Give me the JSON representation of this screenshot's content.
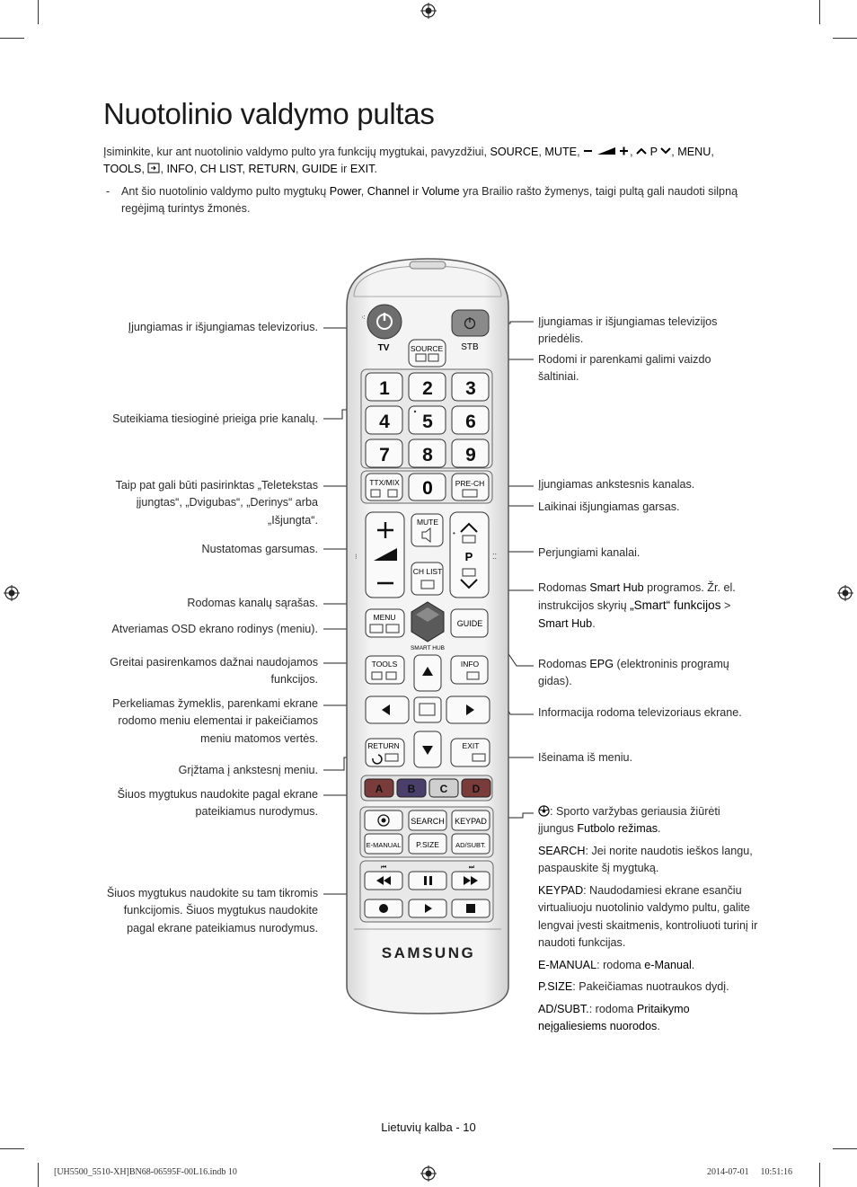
{
  "page": {
    "title": "Nuotolinio valdymo pultas",
    "intro_a": "Įsiminkite, kur ant nuotolinio valdymo pulto yra funkcijų mygtukai, pavyzdžiui,",
    "intro_source": "SOURCE",
    "intro_mute": "MUTE",
    "intro_menu": "MENU",
    "intro_tools": "TOOLS",
    "intro_info": "INFO",
    "intro_chlist": "CH LIST",
    "intro_return": "RETURN",
    "intro_guide": "GUIDE",
    "intro_ir": "ir",
    "intro_exit": "EXIT",
    "note_dash": "-",
    "note_a": "Ant šio nuotolinio valdymo pulto mygtukų",
    "note_power": "Power",
    "note_channel": "Channel",
    "note_ir": "ir",
    "note_volume": "Volume",
    "note_b": "yra Brailio rašto žymenys, taigi pultą gali naudoti silpną regėjimą turintys žmonės."
  },
  "labels_left": {
    "power_tv": "Įjungiamas ir išjungiamas televizorius.",
    "numbers": "Suteikiama tiesioginė prieiga prie kanalų.",
    "ttx": "Taip pat gali būti pasirinktas „Teletekstas įjungtas“, „Dvigubas“, „Derinys“ arba „Išjungta“.",
    "volume": "Nustatomas garsumas.",
    "chlist": "Rodomas kanalų sąrašas.",
    "menu": "Atveriamas OSD ekrano rodinys (meniu).",
    "tools": "Greitai pasirenkamos dažnai naudojamos funkcijos.",
    "cursor": "Perkeliamas žymeklis, parenkami ekrane rodomo meniu elementai ir pakeičiamos meniu matomos vertės.",
    "return": "Grįžtama į ankstesnį meniu.",
    "color": "Šiuos mygtukus naudokite pagal ekrane pateikiamus nurodymus.",
    "media": "Šiuos mygtukus naudokite su tam tikromis funkcijomis. Šiuos mygtukus naudokite pagal ekrane pateikiamus nurodymus."
  },
  "labels_right": {
    "stb": "Įjungiamas ir išjungiamas televizijos priedėlis.",
    "source": "Rodomi ir parenkami galimi vaizdo šaltiniai.",
    "prech": "Įjungiamas ankstesnis kanalas.",
    "mute": "Laikinai išjungiamas garsas.",
    "channel": "Perjungiami kanalai.",
    "smarthub_a": "Rodomas",
    "smarthub_b": "Smart Hub",
    "smarthub_c": "programos. Žr. el. instrukcijos skyrių",
    "smarthub_d": "„Smart“ funkcijos",
    "smarthub_e": ">",
    "smarthub_f": "Smart Hub",
    "smarthub_g": ".",
    "guide_a": "Rodomas",
    "guide_b": "EPG",
    "guide_c": "(elektroninis programų gidas).",
    "info": "Informacija rodoma televizoriaus ekrane.",
    "exit": "Išeinama iš meniu.",
    "football_a": ": Sporto varžybas geriausia žiūrėti įjungus",
    "football_b": "Futbolo režimas",
    "football_c": ".",
    "search_k": "SEARCH",
    "search_v": ": Jei norite naudotis ieškos langu, paspauskite šį mygtuką.",
    "keypad_k": "KEYPAD",
    "keypad_v": ": Naudodamiesi ekrane esančiu virtualiuoju nuotolinio valdymo pultu, galite lengvai įvesti skaitmenis, kontroliuoti turinį ir naudoti funkcijas.",
    "emanual_k": "E-MANUAL",
    "emanual_v": ": rodoma",
    "emanual_b": "e-Manual",
    "emanual_e": ".",
    "psize_k": "P.SIZE",
    "psize_v": ": Pakeičiamas nuotraukos dydį.",
    "adsubt_k": "AD/SUBT.",
    "adsubt_v": ": rodoma",
    "adsubt_b": "Pritaikymo neįgaliesiems nuorodos",
    "adsubt_e": "."
  },
  "remote": {
    "tv": "TV",
    "stb": "STB",
    "source": "SOURCE",
    "digits": [
      "1",
      "2",
      "3",
      "4",
      "5",
      "6",
      "7",
      "8",
      "9"
    ],
    "zero": "0",
    "ttx": "TTX/MIX",
    "prech": "PRE-CH",
    "mute": "MUTE",
    "p": "P",
    "chlist": "CH LIST",
    "menu": "MENU",
    "smarthub": "SMART HUB",
    "guide": "GUIDE",
    "tools": "TOOLS",
    "info": "INFO",
    "return": "RETURN",
    "exit": "EXIT",
    "colors": [
      "A",
      "B",
      "C",
      "D"
    ],
    "search": "SEARCH",
    "keypad": "KEYPAD",
    "emanual": "E-MANUAL",
    "psize": "P.SIZE",
    "adsubt": "AD/SUBT.",
    "brand": "SAMSUNG"
  },
  "footer": {
    "page_label": "Lietuvių kalba - 10",
    "slug_left": "[UH5500_5510-XH]BN68-06595F-00L16.indb   10",
    "slug_right": "2014-07-01   ￿ 10:51:16"
  },
  "colors": {
    "color_a": "#7a3b3b",
    "color_b": "#4a3f6b",
    "color_c": "#cfcfcf",
    "color_d": "#7a3b3b"
  }
}
